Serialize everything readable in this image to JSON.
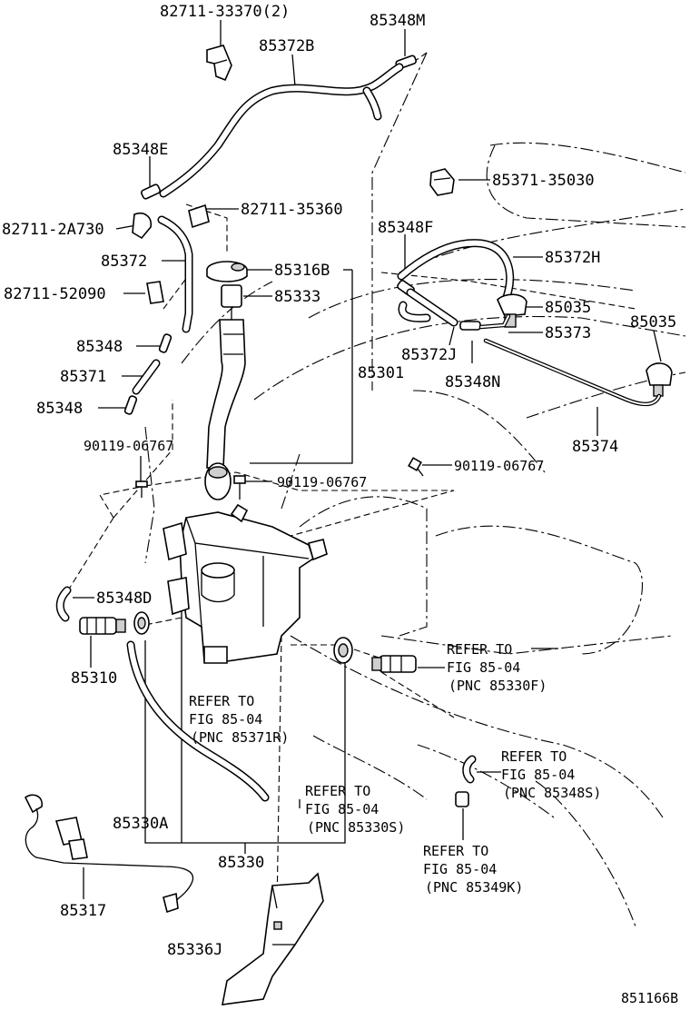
{
  "diagram_id": "851166B",
  "labels": {
    "p82711_33370": "82711-33370(2)",
    "p85348M": "85348M",
    "p85372B": "85372B",
    "p85348E": "85348E",
    "p85371_35030": "85371-35030",
    "p82711_35360": "82711-35360",
    "p82711_2A730": "82711-2A730",
    "p85348F": "85348F",
    "p85372": "85372",
    "p85372H": "85372H",
    "p85316B": "85316B",
    "p82711_52090": "82711-52090",
    "p85333": "85333",
    "p85035a": "85035",
    "p85035b": "85035",
    "p85373": "85373",
    "p85348a": "85348",
    "p85372J": "85372J",
    "p85301": "85301",
    "p85371": "85371",
    "p85348N": "85348N",
    "p85348b": "85348",
    "p85374": "85374",
    "p90119_a": "90119-06767",
    "p90119_b": "90119-06767",
    "p90119_c": "90119-06767",
    "p85348D": "85348D",
    "p85310": "85310",
    "p85330A": "85330A",
    "p85330": "85330",
    "p85317": "85317",
    "p85336J": "85336J"
  },
  "references": {
    "ref1": [
      "REFER TO",
      "FIG 85-04",
      "(PNC 85330F)"
    ],
    "ref2": [
      "REFER TO",
      "FIG 85-04",
      "(PNC 85371R)"
    ],
    "ref3": [
      "REFER TO",
      "FIG 85-04",
      "(PNC 85348S)"
    ],
    "ref4": [
      "REFER TO",
      "FIG 85-04",
      "(PNC 85330S)"
    ],
    "ref5": [
      "REFER TO",
      "FIG 85-04",
      "(PNC 85349K)"
    ]
  }
}
